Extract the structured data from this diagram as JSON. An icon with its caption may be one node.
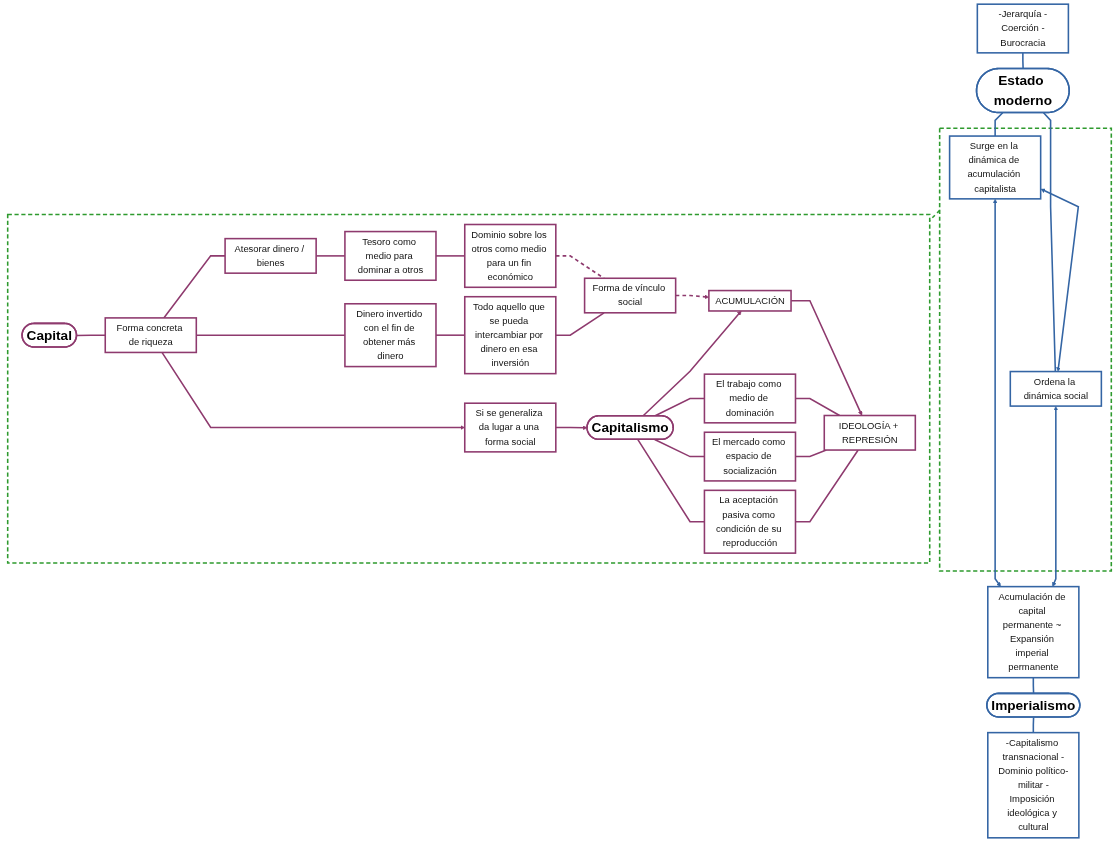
{
  "diagram": {
    "nodes": [
      {
        "text": [
          "-Jerarquía -Coerción -Burocracia"
        ]
      },
      {
        "text": [
          "Estado moderno"
        ]
      },
      {
        "text": [],
        "shape": "box"
      },
      {
        "text": [
          "Surge en la dinámica de acumulación capitalista"
        ],
        "in": 2
      },
      {
        "text": [
          "Ordena la dinámica social"
        ],
        "in": 2
      },
      {
        "text": [
          "Acumulación de capital permanente ~ Expansión imperial permanente"
        ]
      },
      {
        "text": [
          "Imperialismo"
        ]
      },
      {
        "text": [
          "-Capitalismo transnacional -Dominio político-militar -Imposición ideológica y cultural"
        ]
      },
      {
        "text": [],
        "shape": "box"
      },
      {
        "text": [
          "Capital"
        ],
        "in": 8
      },
      {
        "text": [
          "Forma concreta de riqueza"
        ],
        "in": 8
      },
      {
        "text": [
          "Atesorar dinero / bienes"
        ],
        "in": 8
      },
      {
        "text": [
          "Tesoro como medio para dominar a otros"
        ],
        "in": 8
      },
      {
        "text": [
          "Dominio sobre los otros como medio para un fin económico"
        ],
        "in": 8
      },
      {
        "text": [
          "Dinero invertido con el fin de obtener más dinero"
        ],
        "in": 8
      },
      {
        "text": [
          "Todo aquello que se pueda intercambiar por dinero en esa inversión"
        ],
        "in": 8
      },
      {
        "text": [
          "Forma de vínculo social"
        ],
        "in": 8
      },
      {
        "text": [
          "Si se generaliza da lugar a una forma social"
        ],
        "in": 8
      },
      {
        "text": [
          "Capitalismo"
        ],
        "in": 8
      },
      {
        "text": [
          "ACUMULACIÓN"
        ],
        "in": 8
      },
      {
        "text": [
          "El trabajo como medio de dominación"
        ],
        "in": 8
      },
      {
        "text": [
          "El mercado como espacio de socialización"
        ],
        "in": 8
      },
      {
        "text": [
          "La aceptación pasiva como condición de su reproducción"
        ],
        "in": 8
      },
      {
        "text": [
          "IDEOLOGÍA + REPRESIÓN"
        ],
        "in": 8
      }
    ],
    "edges": [
      {
        "from": 0,
        "to": 1,
        "arrow": "none",
        "color": "#3465a4"
      },
      {
        "from": 1,
        "to": 3,
        "arrow": "none",
        "color": "#3465a4"
      },
      {
        "from": 1,
        "to": 4,
        "arrow": "none",
        "color": "#3465a4"
      },
      {
        "from": 3,
        "to": 4,
        "arrow": "both",
        "color": "#3465a4"
      },
      {
        "from": 3,
        "to": 5,
        "arrow": "both",
        "color": "#3465a4"
      },
      {
        "from": 4,
        "to": 5,
        "arrow": "both",
        "color": "#3465a4"
      },
      {
        "from": 5,
        "to": 6,
        "arrow": "none",
        "color": "#3465a4"
      },
      {
        "from": 6,
        "to": 7,
        "arrow": "none",
        "color": "#3465a4"
      },
      {
        "from": 2,
        "to": 8,
        "arrow": "none",
        "style": "dashed",
        "color": "#2e9a2e"
      },
      {
        "from": 9,
        "to": 10,
        "arrow": "none"
      },
      {
        "from": 10,
        "to": 11,
        "arrow": "none"
      },
      {
        "from": 10,
        "to": 14,
        "arrow": "none"
      },
      {
        "from": 11,
        "to": 12,
        "arrow": "none"
      },
      {
        "from": 12,
        "to": 13,
        "arrow": "none"
      },
      {
        "from": 14,
        "to": 15,
        "arrow": "none"
      },
      {
        "from": 15,
        "to": 16,
        "arrow": "none"
      },
      {
        "from": 13,
        "to": 16,
        "arrow": "none",
        "style": "dashed"
      },
      {
        "from": 10,
        "to": 17,
        "arrow": "to"
      },
      {
        "from": 17,
        "to": 18,
        "arrow": "to"
      },
      {
        "from": 18,
        "to": 19,
        "arrow": "to"
      },
      {
        "from": 16,
        "to": 19,
        "arrow": "to",
        "style": "dashed"
      },
      {
        "from": 19,
        "to": 23,
        "arrow": "to"
      },
      {
        "from": 18,
        "to": 20,
        "arrow": "none"
      },
      {
        "from": 18,
        "to": 21,
        "arrow": "none"
      },
      {
        "from": 18,
        "to": 22,
        "arrow": "none"
      },
      {
        "from": 20,
        "to": 23,
        "arrow": "none"
      },
      {
        "from": 21,
        "to": 23,
        "arrow": "none"
      },
      {
        "from": 22,
        "to": 23,
        "arrow": "none"
      }
    ]
  }
}
